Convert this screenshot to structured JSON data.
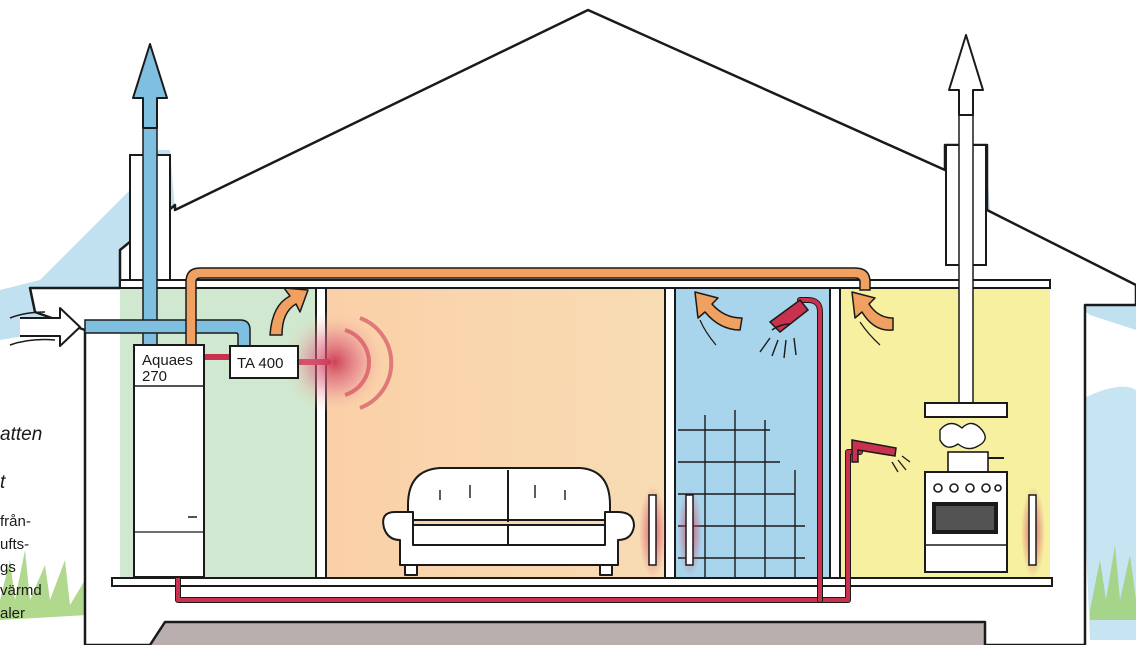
{
  "units": {
    "heat_pump_line1": "Aquaes",
    "heat_pump_line2": "270",
    "heater": "TA 400"
  },
  "cut_off_text": {
    "line1": "atten",
    "line2": "t",
    "line3": "från-",
    "line4": "ufts-",
    "line5": "gs",
    "line6": "värmd",
    "line7": "aler"
  },
  "colors": {
    "sky": "#8ec9e6",
    "exhaust_air": "#7fc0e0",
    "warm_air": "#f0a060",
    "hot_water": "#c8324e",
    "room_green": "#cfe8cf",
    "room_peach": "#f8d4a8",
    "room_blue": "#a8d4ec",
    "room_yellow": "#f6f0a0",
    "ground": "#8a7a7a"
  }
}
